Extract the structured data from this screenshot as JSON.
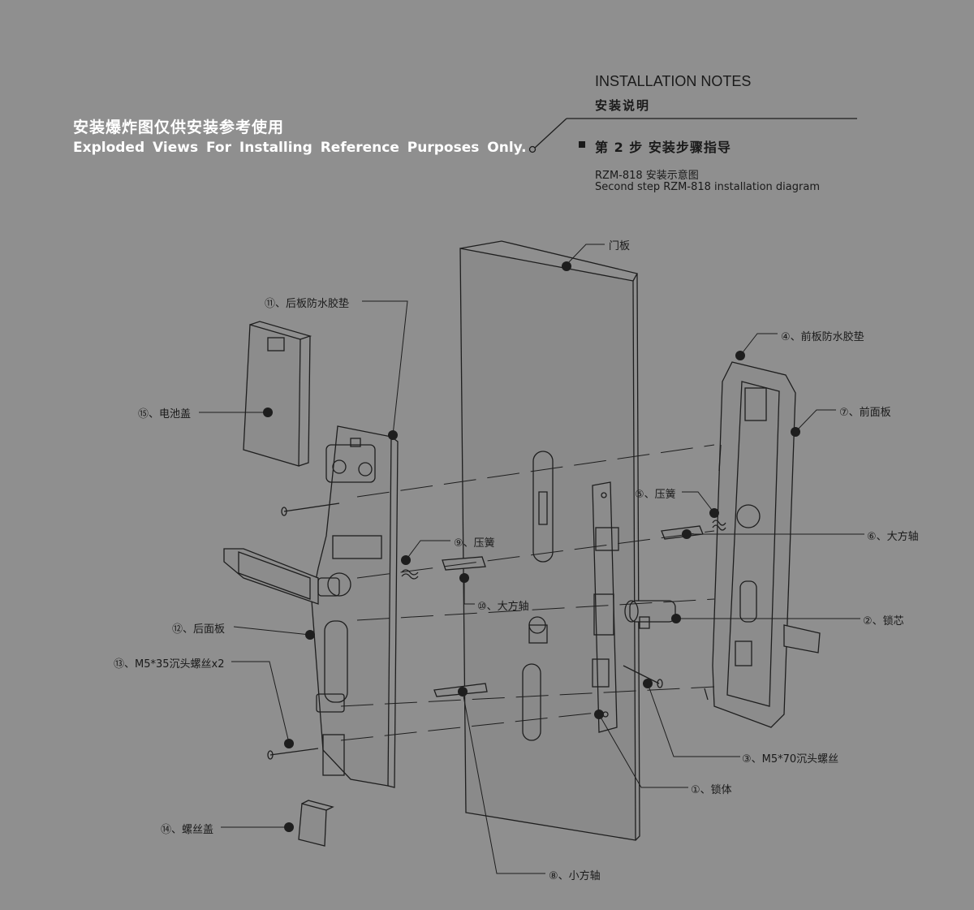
{
  "header": {
    "title_cn": "安装爆炸图仅供安装参考使用",
    "title_en": "Exploded Views For  Installing  Reference  Purposes Only."
  },
  "notes": {
    "title_en": "INSTALLATION NOTES",
    "title_cn": "安装说明",
    "step_title": "第 2 步   安装步骤指导",
    "sub_cn": "RZM-818 安装示意图",
    "sub_en": "Second step RZM-818 installation diagram"
  },
  "labels": {
    "door_panel": "门板",
    "rear_gasket": "⑪、后板防水胶垫",
    "battery_cover": "⑮、电池盖",
    "front_gasket": "④、前板防水胶垫",
    "front_panel": "⑦、前面板",
    "spring_5": "⑤、压簧",
    "spindle_6": "⑥、大方轴",
    "spring_9": "⑨、压簧",
    "spindle_10": "⑩、大方轴",
    "cylinder": "②、锁芯",
    "rear_panel": "⑫、后面板",
    "screw_13": "⑬、M5*35沉头螺丝x2",
    "screw_3": "③、M5*70沉头螺丝",
    "lock_body": "①、锁体",
    "screw_cap": "⑭、螺丝盖",
    "small_spindle": "⑧、小方轴"
  },
  "colors": {
    "background": "#8f8f8f",
    "line": "#1e1e1e",
    "part_fill": "#8c8c8c",
    "hero_text": "#ffffff"
  }
}
